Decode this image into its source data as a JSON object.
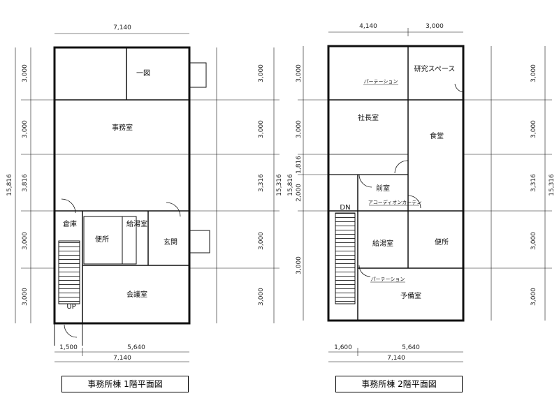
{
  "floor1": {
    "caption": "事務所棟 1階平面図",
    "dims": {
      "top_width": "7,140",
      "bottom_left": "1,500",
      "bottom_right": "5,640",
      "bottom_total": "7,140",
      "left_total": "15,816",
      "right_total": "15,316",
      "left_segs": [
        "3,000",
        "3,000",
        "3,816",
        "3,000",
        "3,000"
      ],
      "right_segs": [
        "3,000",
        "3,000",
        "3,316",
        "3,000",
        "3,000"
      ]
    },
    "rooms": {
      "top_room": "一図",
      "office": "事務室",
      "storage": "倉庫",
      "kitchen": "給湯室",
      "toilet": "便所",
      "entrance": "玄関",
      "meeting": "会議室",
      "up": "UP"
    }
  },
  "floor2": {
    "caption": "事務所棟 2階平面図",
    "dims": {
      "top_left": "4,140",
      "top_right": "3,000",
      "bottom_left": "1,600",
      "bottom_right": "5,640",
      "bottom_total": "7,140",
      "left_total": "15,816",
      "right_total": "15,316",
      "left_segs": [
        "3,000",
        "3,000",
        "1,816",
        "2,000",
        "3,000"
      ],
      "right_segs": [
        "3,000",
        "3,000",
        "3,316",
        "3,000",
        "3,000"
      ]
    },
    "rooms": {
      "research": "研究スペース",
      "president": "社長室",
      "dining": "食堂",
      "front_room": "前室",
      "kitchen": "給湯室",
      "toilet": "便所",
      "spare": "予備室",
      "dn": "DN"
    },
    "notes": {
      "partition1": "パーテーション",
      "partition2": "アコーディオンカーテン",
      "partition3": "パーテーション"
    }
  }
}
